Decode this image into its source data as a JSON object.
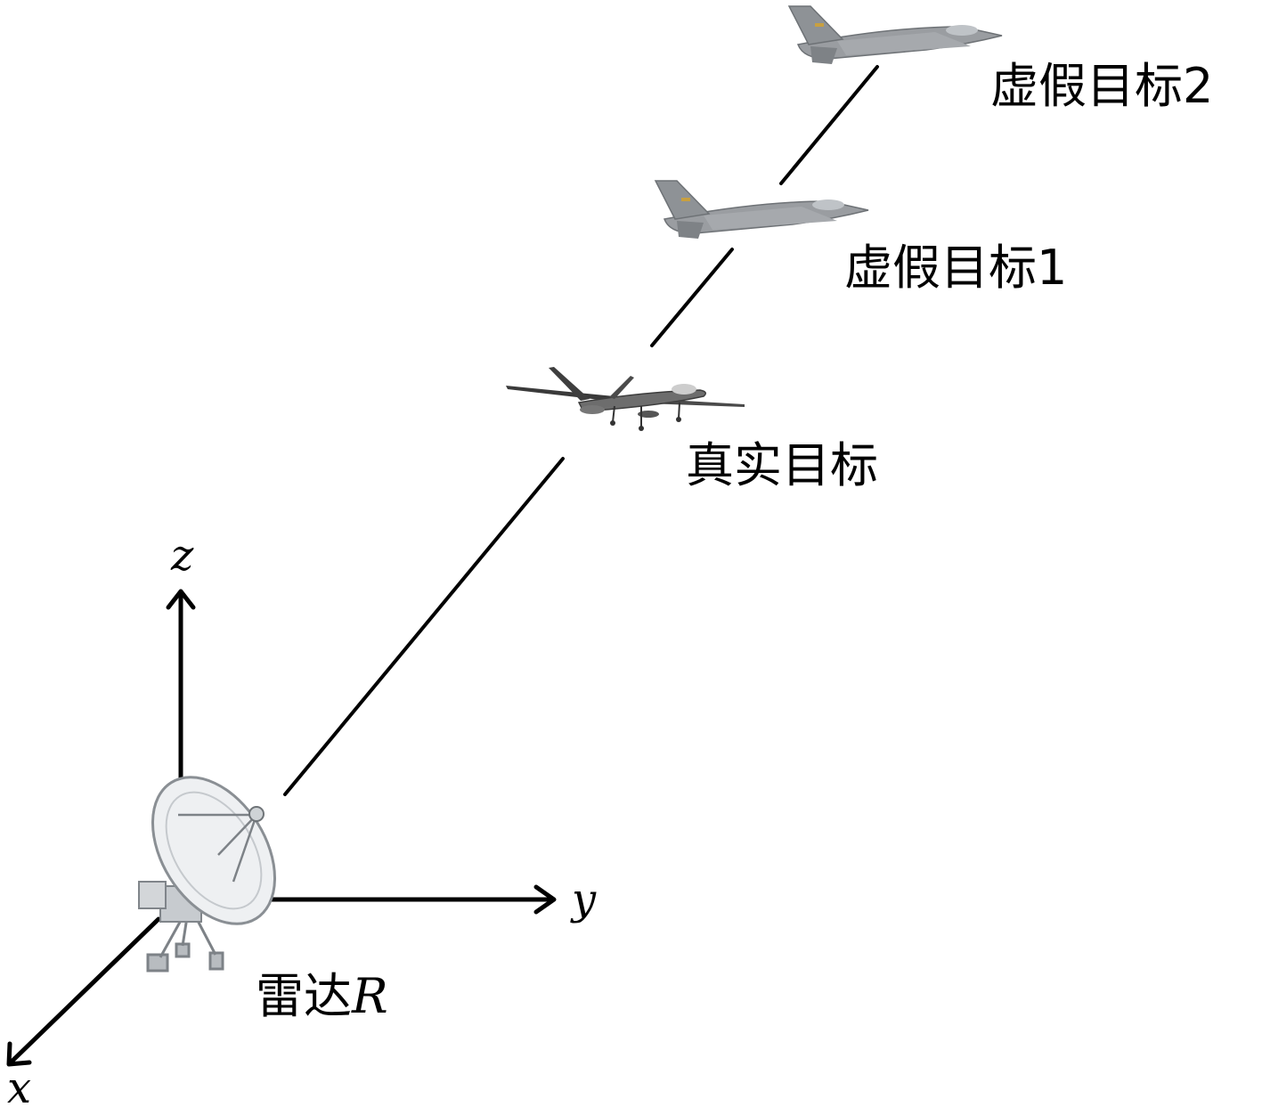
{
  "axes": {
    "x": "x",
    "y": "y",
    "z": "z"
  },
  "labels": {
    "radar_prefix": "雷达",
    "radar_symbol": "R",
    "real_target": "真实目标",
    "false_target_1": "虚假目标1",
    "false_target_2": "虚假目标2"
  },
  "colors": {
    "line": "#000000",
    "aircraft_body": "#8f9295",
    "aircraft_dark": "#5f6366",
    "drone_body": "#6c6c6c",
    "dish": "#e6e8ea"
  },
  "icons": {
    "radar": "radar-dish-icon",
    "drone": "drone-icon",
    "jet": "fighter-jet-icon"
  }
}
